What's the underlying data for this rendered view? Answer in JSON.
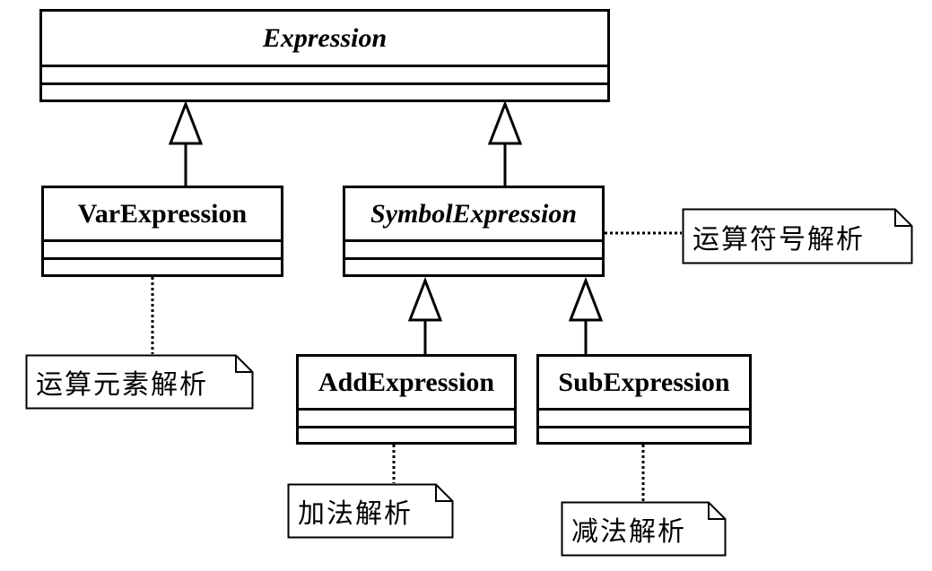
{
  "classes": {
    "expression": {
      "name": "Expression",
      "abstract": true
    },
    "var_expression": {
      "name": "VarExpression",
      "abstract": false
    },
    "symbol_expression": {
      "name": "SymbolExpression",
      "abstract": true
    },
    "add_expression": {
      "name": "AddExpression",
      "abstract": false
    },
    "sub_expression": {
      "name": "SubExpression",
      "abstract": false
    }
  },
  "notes": {
    "var_note": "运算元素解析",
    "symbol_note": "运算符号解析",
    "add_note": "加法解析",
    "sub_note": "减法解析"
  },
  "relations": [
    {
      "type": "generalization",
      "from": "VarExpression",
      "to": "Expression"
    },
    {
      "type": "generalization",
      "from": "SymbolExpression",
      "to": "Expression"
    },
    {
      "type": "generalization",
      "from": "AddExpression",
      "to": "SymbolExpression"
    },
    {
      "type": "generalization",
      "from": "SubExpression",
      "to": "SymbolExpression"
    }
  ],
  "colors": {
    "line": "#000000",
    "background": "#ffffff"
  }
}
